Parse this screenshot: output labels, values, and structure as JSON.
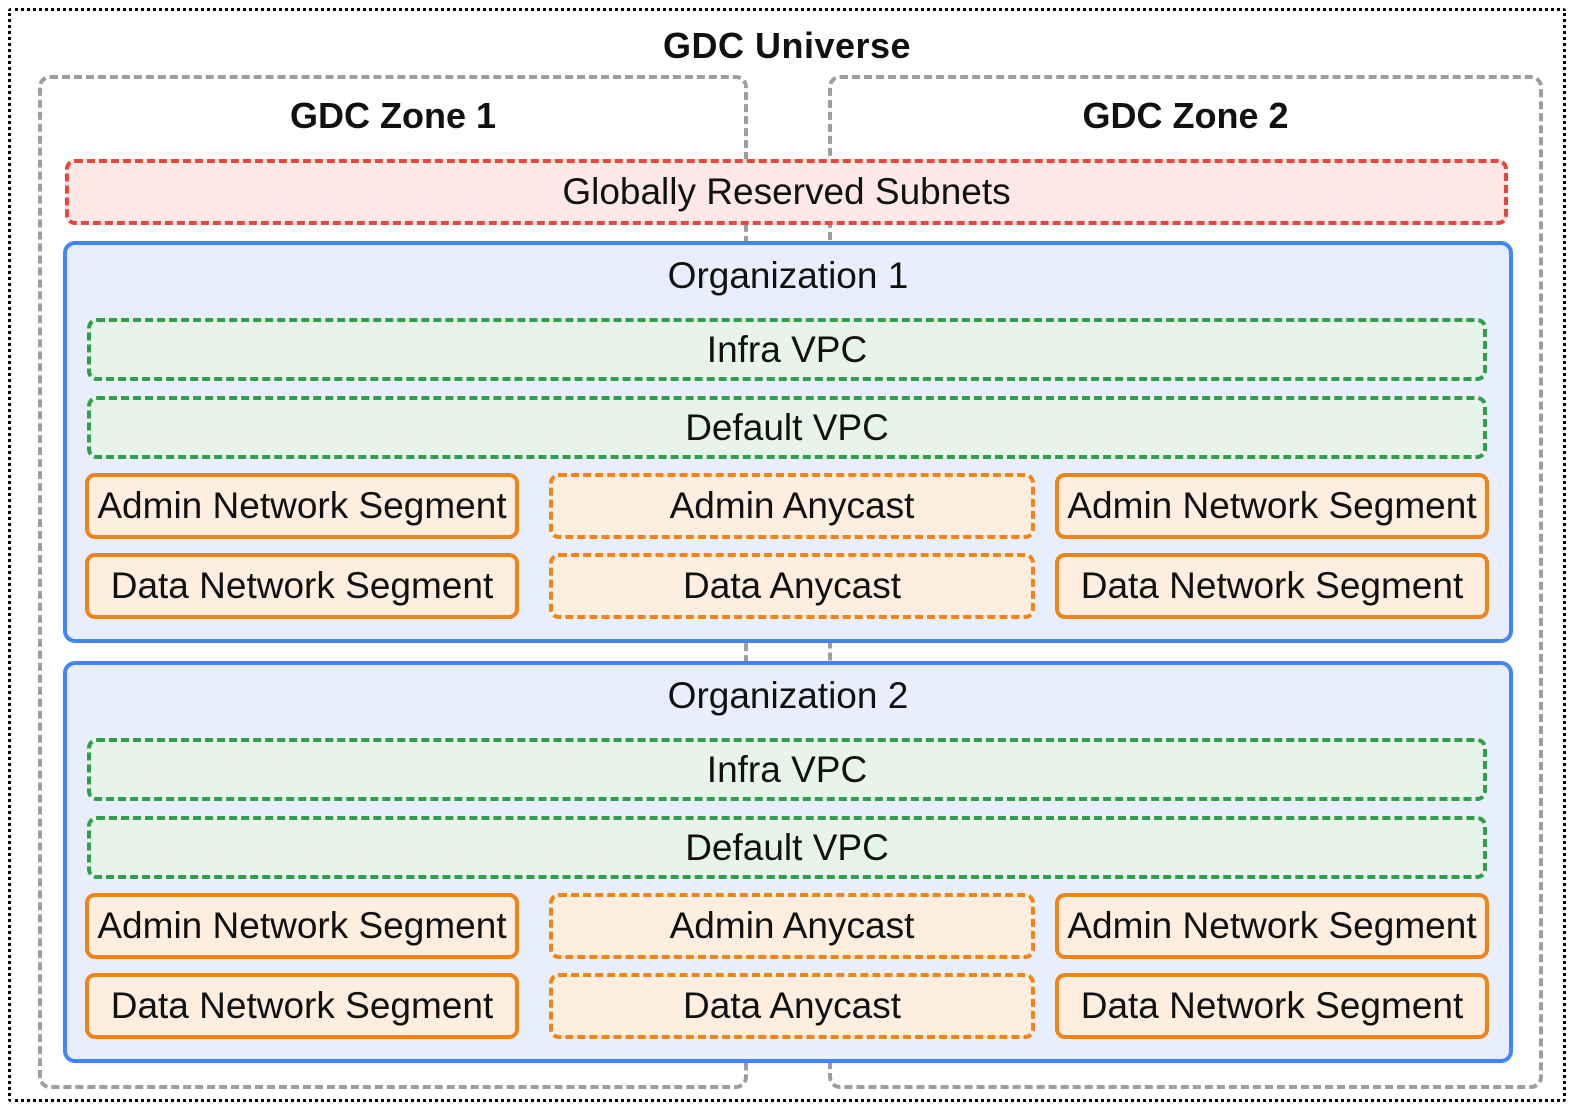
{
  "diagram": {
    "title": "GDC Universe",
    "zones": [
      {
        "label": "GDC Zone 1"
      },
      {
        "label": "GDC Zone 2"
      }
    ],
    "reserved_subnets_label": "Globally Reserved Subnets",
    "organizations": [
      {
        "title": "Organization 1",
        "vpcs": [
          {
            "label": "Infra VPC"
          },
          {
            "label": "Default VPC"
          }
        ],
        "rows": [
          {
            "left": "Admin Network Segment",
            "center": "Admin Anycast",
            "right": "Admin Network Segment"
          },
          {
            "left": "Data Network Segment",
            "center": "Data Anycast",
            "right": "Data Network Segment"
          }
        ]
      },
      {
        "title": "Organization 2",
        "vpcs": [
          {
            "label": "Infra VPC"
          },
          {
            "label": "Default VPC"
          }
        ],
        "rows": [
          {
            "left": "Admin Network Segment",
            "center": "Admin Anycast",
            "right": "Admin Network Segment"
          },
          {
            "left": "Data Network Segment",
            "center": "Data Anycast",
            "right": "Data Network Segment"
          }
        ]
      }
    ],
    "palette": {
      "universe_border": "#000000",
      "zone_border": "#9e9e9e",
      "reserved_border": "#e8473b",
      "reserved_fill": "#fce8e6",
      "org_border": "#4285f4",
      "org_fill": "#e8eefc",
      "vpc_border": "#2f9e4d",
      "vpc_fill": "#e6f4ea",
      "segment_border": "#f08418",
      "segment_fill": "#fdeee0",
      "text": "#111111"
    }
  }
}
